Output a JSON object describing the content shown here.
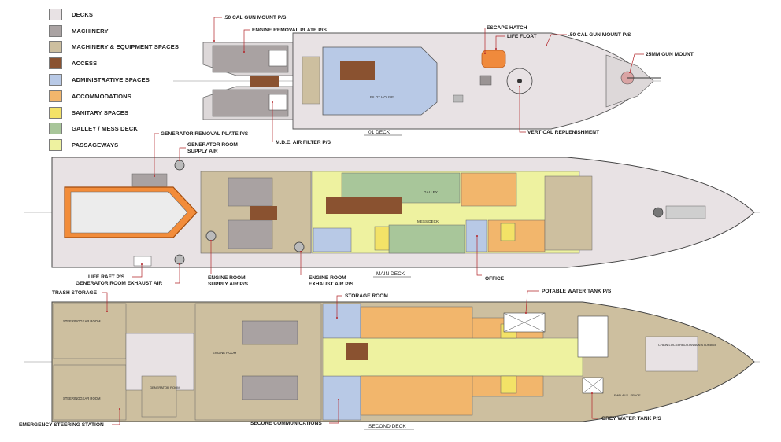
{
  "legend": [
    {
      "label": "DECKS",
      "color": "#e8e2e4"
    },
    {
      "label": "MACHINERY",
      "color": "#aaa3a3"
    },
    {
      "label": "MACHINERY & EQUIPMENT SPACES",
      "color": "#cdbf9f"
    },
    {
      "label": "ACCESS",
      "color": "#8a5230"
    },
    {
      "label": "ADMINISTRATIVE SPACES",
      "color": "#b8c9e6"
    },
    {
      "label": "ACCOMMODATIONS",
      "color": "#f2b66c"
    },
    {
      "label": "SANITARY SPACES",
      "color": "#f3e267"
    },
    {
      "label": "GALLEY / MESS DECK",
      "color": "#a8c69a"
    },
    {
      "label": "PASSAGEWAYS",
      "color": "#eef2a0"
    }
  ],
  "decks": {
    "o1": "01 DECK",
    "main": "MAIN DECK",
    "second": "SECOND DECK"
  },
  "callouts": {
    "gun_mount_aft": ".50 CAL GUN MOUNT P/S",
    "engine_removal_plate": "ENGINE REMOVAL PLATE P/S",
    "escape_hatch": "ESCAPE HATCH",
    "life_float": "LIFE FLOAT",
    "gun_mount_fwd": ".50 CAL GUN MOUNT P/S",
    "gun_25mm": "25MM GUN MOUNT",
    "mde_air_filter": "M.D.E. AIR FILTER P/S",
    "vertical_replenishment": "VERTICAL REPLENISHMENT",
    "generator_removal_plate": "GENERATOR REMOVAL PLATE P/S",
    "generator_supply_1": "GENERATOR ROOM",
    "generator_supply_2": "SUPPLY AIR",
    "life_raft": "LIFE RAFT P/S",
    "generator_exhaust": "GENERATOR ROOM EXHAUST AIR",
    "engine_supply_1": "ENGINE ROOM",
    "engine_supply_2": "SUPPLY AIR P/S",
    "engine_exhaust_1": "ENGINE ROOM",
    "engine_exhaust_2": "EXHAUST AIR P/S",
    "office": "OFFICE",
    "trash_storage": "TRASH STORAGE",
    "storage_room": "STORAGE ROOM",
    "potable_water": "POTABLE WATER TANK P/S",
    "emergency_steering": "EMERGENCY STEERING STATION",
    "secure_comms": "SECURE COMMUNICATIONS",
    "grey_water": "GREY WATER TANK P/S"
  },
  "room_labels": {
    "pilot_house": "PILOT HOUSE",
    "galley": "GALLEY",
    "mess_deck": "MESS DECK",
    "steering_gear_top": "STEERINGGEAR ROOM",
    "steering_gear_bottom": "STEERINGGEAR ROOM",
    "engine_room": "ENGINE ROOM",
    "generator_room": "GENERATOR ROOM",
    "chain_locker": "CHAIN LOCKER",
    "boatswain_storage": "BOATSWAIN STORAGE",
    "fwd_aux_space": "FWD AUX. SPACE"
  }
}
